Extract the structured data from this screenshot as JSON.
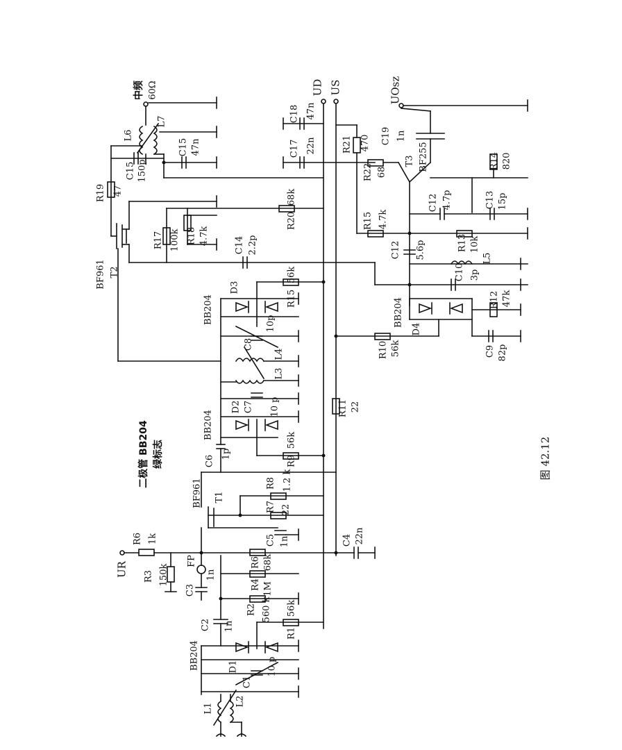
{
  "figure": {
    "caption": "图 42.12"
  },
  "note": {
    "line1": "二极管 BB204",
    "line2": "绿标志"
  },
  "terminals": {
    "ur": "UR",
    "ud": "UD",
    "us": "US",
    "uosc": "UOsz",
    "if_out": "中频",
    "if_imp": "60Ω"
  },
  "components": {
    "L1": "L1",
    "L2": "L2",
    "L3": "L3",
    "L4": "L4",
    "L5": "L5",
    "L6": "L6",
    "L7": "L7",
    "D1": "D1",
    "D2": "D2",
    "D3": "D3",
    "D4": "D4",
    "bb204_1": "BB204",
    "bb204_2": "BB204",
    "bb204_3": "BB204",
    "bb204_4": "BB204",
    "C1": "C1",
    "C1_val": "10 p",
    "C2": "C2",
    "C2_val": "1n",
    "C3": "C3",
    "C3_val": "1n",
    "C4": "C4",
    "C4_val": "22n",
    "C5": "C5",
    "C5_val": "1n",
    "C6": "C6",
    "C6_val": "1p",
    "C7": "C7",
    "C7_val": "10 p",
    "C8": "C8",
    "C8_val": "10p",
    "C9": "C9",
    "C9_val": "82p",
    "C10": "C10",
    "C10_val": "3p",
    "C12a": "C12",
    "C12a_val": "5.6p",
    "C12b": "C12",
    "C12b_val": "4.7p",
    "C13": "C13",
    "C13_val": "15p",
    "C14": "C14",
    "C14_val": "2.2p",
    "C15": "C15",
    "C15_val": "150p",
    "C15b": "C15",
    "C15b_val": "47n",
    "C17": "C17",
    "C17_val": "22n",
    "C18": "C18",
    "C18_val": "47n",
    "C19": "C19",
    "C19_val": "1n",
    "R1": "R1",
    "R1_val": "56k",
    "R2": "R2",
    "R2_val": "560 k",
    "R3": "R3",
    "R3_val": "150k",
    "R4": "R4",
    "R4_val": "1M",
    "R6a": "R6",
    "R6a_val": "1k",
    "R6b": "R6",
    "R6b_val": "68k",
    "R7": "R7",
    "R7_val": "22",
    "R8": "R8",
    "R8_val": "1.2 k",
    "R9": "R9",
    "R9_val": "56k",
    "R10": "R10",
    "R10_val": "56k",
    "R11": "R11",
    "R11_val": "22",
    "R12": "R12",
    "R12_val": "47k",
    "R13": "R13",
    "R13_val": "10k",
    "R14": "R14",
    "R14_val": "820",
    "R15a": "R15",
    "R15a_val": "56k",
    "R15b": "R15",
    "R15b_val": "4.7k",
    "R17": "R17",
    "R17_val": "100k",
    "R18": "R18",
    "R18_val": "4.7k",
    "R19": "R19",
    "R19_val": "47",
    "R20": "R20",
    "R20_val": "68k",
    "R21": "R21",
    "R21_val": "470",
    "R22": "R22",
    "R22_val": "68",
    "T1": "T1",
    "T1_type": "BF961",
    "T2": "T2",
    "T2_type": "BF961",
    "T3": "T3",
    "T3_type": "BF255",
    "FP": "FP"
  }
}
